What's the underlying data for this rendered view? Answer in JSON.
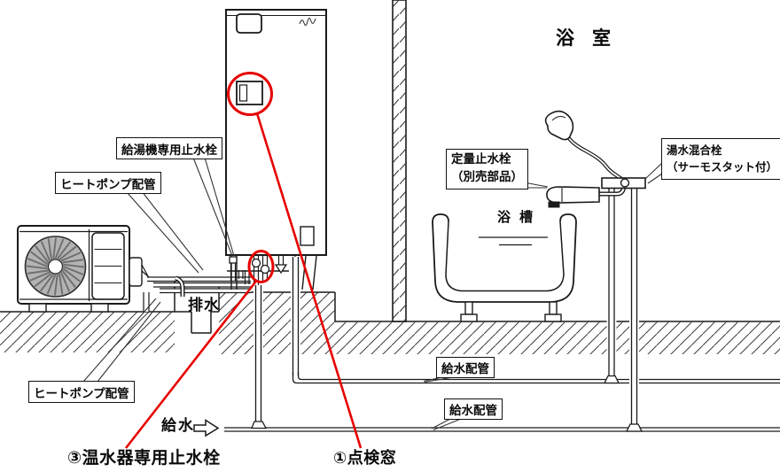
{
  "room_title": "浴室",
  "labels": {
    "bathtub": "浴槽",
    "drain": "排水",
    "water_supply_inlet": "給水"
  },
  "callouts": {
    "heater_stop_valve": "給湯機専用止水栓",
    "heat_pump_piping_upper": "ヒートポンプ配管",
    "heat_pump_piping_lower": "ヒートポンプ配管",
    "quantity_stop_valve_line1": "定量止水栓",
    "quantity_stop_valve_line2": "（別売部品）",
    "mixing_faucet_line1": "湯水混合栓",
    "mixing_faucet_line2": "（サーモスタット付）",
    "supply_pipe_upper": "給水配管",
    "supply_pipe_lower": "給水配管"
  },
  "annotations": {
    "numbered_stop_valve": "③温水器専用止水栓",
    "inspection_window": "①点検窓"
  },
  "colors": {
    "annotation_red": "#e60000",
    "ink": "#1a1a1a"
  },
  "icons": {
    "flow_arrow": "right-arrow-outline",
    "maker_logo": "illegible-maker-logo"
  }
}
